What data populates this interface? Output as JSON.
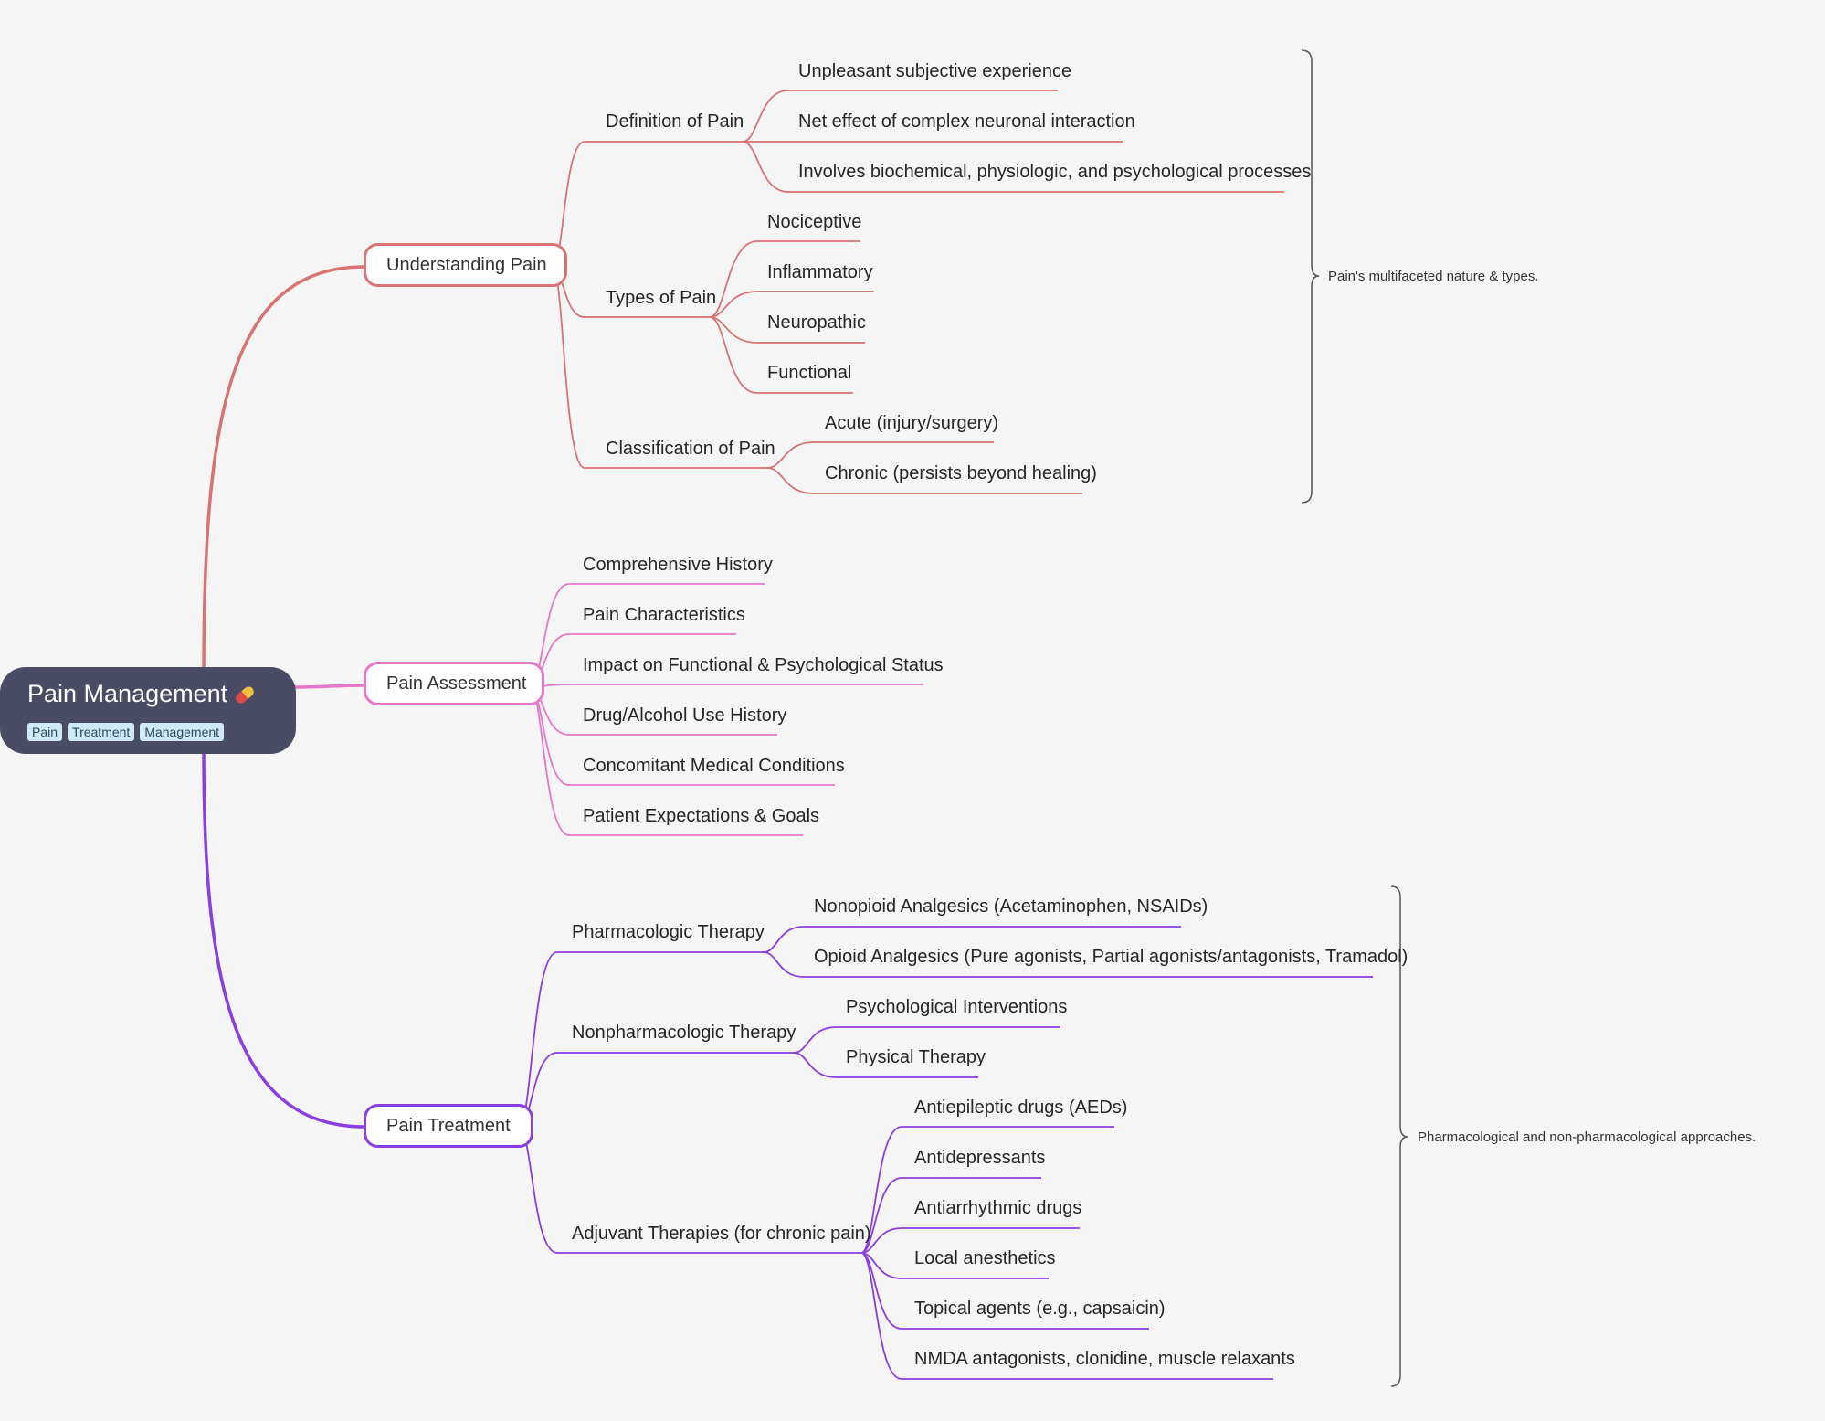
{
  "root": {
    "title": "Pain Management",
    "icon": "pill-icon",
    "tags": [
      "Pain",
      "Treatment",
      "Management"
    ]
  },
  "branches": [
    {
      "label": "Understanding Pain",
      "color": "#d97272"
    },
    {
      "label": "Pain Assessment",
      "color": "#e677c9"
    },
    {
      "label": "Pain Treatment",
      "color": "#8a3de0"
    }
  ],
  "understanding": {
    "definition": {
      "label": "Definition of Pain",
      "items": [
        "Unpleasant subjective experience",
        "Net effect of complex neuronal interaction",
        "Involves biochemical, physiologic, and psychological processes"
      ]
    },
    "types": {
      "label": "Types of Pain",
      "items": [
        "Nociceptive",
        "Inflammatory",
        "Neuropathic",
        "Functional"
      ]
    },
    "classification": {
      "label": "Classification of Pain",
      "items": [
        "Acute (injury/surgery)",
        "Chronic (persists beyond healing)"
      ]
    }
  },
  "assessment": {
    "items": [
      "Comprehensive History",
      "Pain Characteristics",
      "Impact on Functional & Psychological Status",
      "Drug/Alcohol Use History",
      "Concomitant Medical Conditions",
      "Patient Expectations & Goals"
    ]
  },
  "treatment": {
    "pharmacologic": {
      "label": "Pharmacologic Therapy",
      "items": [
        "Nonopioid Analgesics (Acetaminophen, NSAIDs)",
        "Opioid Analgesics (Pure agonists, Partial agonists/antagonists, Tramadol)"
      ]
    },
    "nonpharmacologic": {
      "label": "Nonpharmacologic Therapy",
      "items": [
        "Psychological Interventions",
        "Physical Therapy"
      ]
    },
    "adjuvant": {
      "label": "Adjuvant Therapies (for chronic pain)",
      "items": [
        "Antiepileptic drugs (AEDs)",
        "Antidepressants",
        "Antiarrhythmic drugs",
        "Local anesthetics",
        "Topical agents (e.g., capsaicin)",
        "NMDA antagonists, clonidine, muscle relaxants"
      ]
    }
  },
  "summaries": {
    "understanding": "Pain's multifaceted nature & types.",
    "treatment": "Pharmacological and non-pharmacological approaches."
  }
}
